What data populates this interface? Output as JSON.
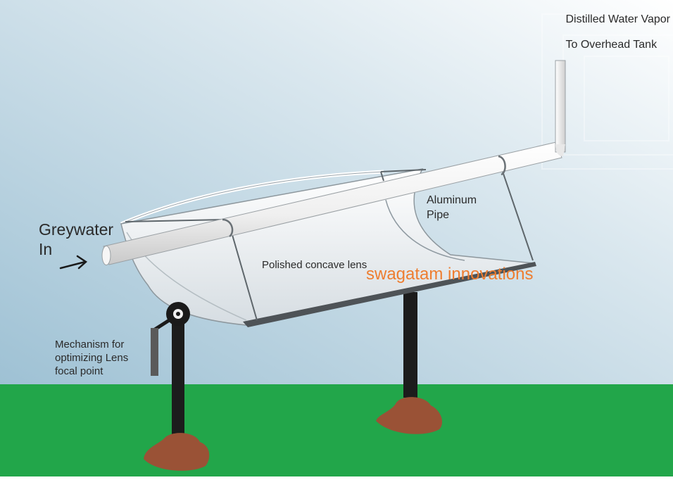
{
  "labels": {
    "vapor_line1": "Distilled Water Vapor",
    "vapor_line2": "To Overhead Tank",
    "greywater_line1": "Greywater",
    "greywater_line2": "In",
    "aluminum_line1": "Aluminum",
    "aluminum_line2": "Pipe",
    "lens": "Polished concave lens",
    "mechanism_line1": "Mechanism for",
    "mechanism_line2": "optimizing Lens",
    "mechanism_line3": "focal point"
  },
  "watermark": "swagatam innovations",
  "colors": {
    "sky_top": "#ffffff",
    "sky_bottom": "#9fc2d4",
    "grass": "#22a64a",
    "soil": "#9a5236",
    "stand": "#1c1c1c",
    "pipe": "#f4f4f4",
    "trough": "#e9edf0",
    "watermark": "#ee7d2f"
  }
}
